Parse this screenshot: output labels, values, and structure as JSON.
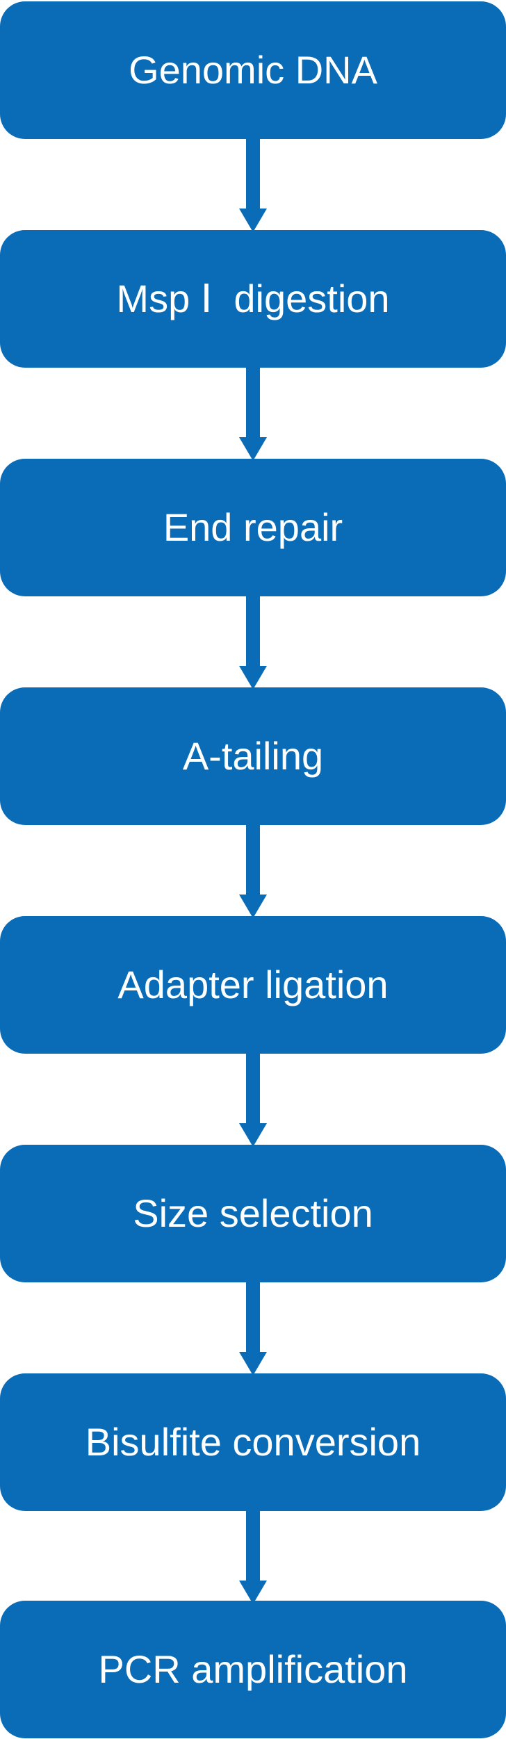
{
  "diagram": {
    "type": "flowchart",
    "direction": "top-to-bottom",
    "box_color": "#0a6cb7",
    "text_color": "#ffffff",
    "steps": [
      {
        "label": "Genomic DNA"
      },
      {
        "label": "Msp Ⅰ  digestion"
      },
      {
        "label": "End repair"
      },
      {
        "label": "A-tailing"
      },
      {
        "label": "Adapter ligation"
      },
      {
        "label": "Size selection"
      },
      {
        "label": "Bisulfite conversion"
      },
      {
        "label": "PCR amplification"
      }
    ]
  }
}
